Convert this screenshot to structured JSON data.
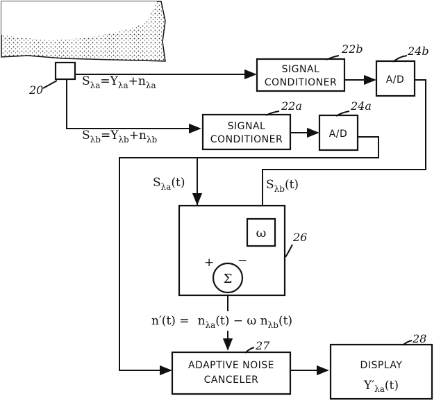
{
  "refs": {
    "sensor": "20",
    "cond_b": "22b",
    "ad_b": "24b",
    "cond_a": "22a",
    "ad_a": "24a",
    "processor": "26",
    "canceler": "27",
    "display": "28"
  },
  "blocks": {
    "cond_b": [
      "SIGNAL",
      "CONDITIONER"
    ],
    "ad_b": "A/D",
    "cond_a": [
      "SIGNAL",
      "CONDITIONER"
    ],
    "ad_a": "A/D",
    "weight": "ω",
    "sum": "Σ",
    "canceler": [
      "ADAPTIVE NOISE",
      "CANCELER"
    ],
    "display_title": "DISPLAY"
  },
  "signals": {
    "sa_eq": {
      "S": "S",
      "Ssub": "λa",
      "eq": "=Y",
      "Ysub": "λa",
      "plus": "+n",
      "nsub": "λa"
    },
    "sb_eq": {
      "S": "S",
      "Ssub": "λb",
      "eq": "=Y",
      "Ysub": "λb",
      "plus": "+n",
      "nsub": "λb"
    },
    "sa_t": {
      "S": "S",
      "sub": "λa",
      "arg": "(t)"
    },
    "sb_t": {
      "S": "S",
      "sub": "λb",
      "arg": "(t)"
    },
    "plus_sign": "+",
    "minus_sign": "−",
    "noise_eq": {
      "lhs": "n′(t) =",
      "n1": "n",
      "n1sub": "λa",
      "mid": "(t) − ω n",
      "n2sub": "λb",
      "end": "(t)"
    },
    "display_out": {
      "Y": "Y′",
      "sub": "λa",
      "arg": "(t)"
    }
  }
}
